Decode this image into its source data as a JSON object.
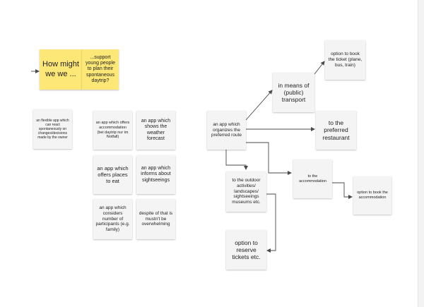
{
  "colors": {
    "canvas": "#ffffff",
    "sticky_default": "#f4f4f4",
    "sticky_yellow": "#fde777",
    "connector": "#4a4a4a"
  },
  "headline": {
    "question": "How might we we ...",
    "goal": "...support young people to plan their spontaneous daytrip?"
  },
  "ideas": {
    "flexible_app": "an flexible app which can react spontaneously on changes/decisions made by the owner",
    "accommodation_app": "an app which offers accommodation (bei daytrip nur im Notfall)",
    "weather_app": "an app which shows the weather forecast",
    "places_app": "an app which offers places to eat",
    "sightseeings_app": "an app which informs about sightseeings",
    "participants_app": "an app which considers number of participants (e.g. family)",
    "not_overwhelming": "despite of that is mustn't be overwhelming"
  },
  "flow": {
    "route_app": "an app which organizes the preferred route",
    "public_transport": "in means of (public) transport",
    "book_ticket": "option to book the ticket (plane, bus, train)",
    "restaurant": "to the preferred restaurant",
    "outdoor": "to the outdoor activities/ landscapes/ sightseeings museums etc.",
    "accommodation": "to the accommodation",
    "book_accommodation": "option to book the accommodation",
    "reserve_tickets": "option to reserve tickets etc."
  }
}
